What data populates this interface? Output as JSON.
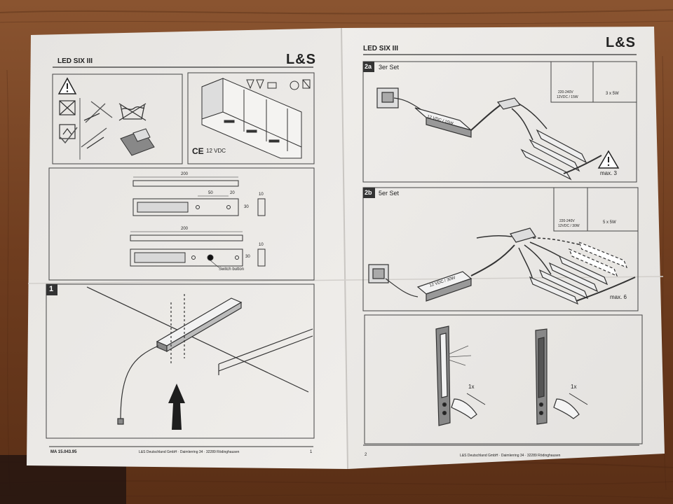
{
  "left_page": {
    "title": "LED SIX III",
    "brand": "L&S",
    "ce_text": "12 VDC",
    "dims": {
      "length_1": "200",
      "hole_a": "50",
      "hole_b": "20",
      "height_a": "30",
      "depth_a": "10",
      "length_2": "200",
      "height_b": "30",
      "depth_b": "10"
    },
    "switch_label": "Switch button",
    "step_badge": "1",
    "footer_code": "MA 15.043.95",
    "footer_address": "L&S Deutschland GmbH · Daimlerring 34 · 32289 Rödinghausen",
    "page_number": "1"
  },
  "right_page": {
    "title": "LED SIX III",
    "brand": "L&S",
    "set_2a": {
      "badge": "2a",
      "title": "3er Set",
      "spec_left": "220-240V",
      "spec_left_2": "12VDC / 15W",
      "spec_right": "3 x 5W",
      "driver_label": "12 VDC / 15W",
      "max_label": "max. 3"
    },
    "set_2b": {
      "badge": "2b",
      "title": "5er Set",
      "spec_left": "220-240V",
      "spec_left_2": "12VDC / 30W",
      "spec_right": "5 x 5W",
      "driver_label": "12 VDC / 30W",
      "max_label": "max. 6"
    },
    "touch_left": "1x",
    "touch_right": "1x",
    "footer_address": "L&S Deutschland GmbH · Daimlerring 34 · 32289 Rödinghausen",
    "page_number": "2"
  },
  "colors": {
    "wood": "#7a4524",
    "paper": "#ebe9e6",
    "ink": "#2a2a2a"
  }
}
